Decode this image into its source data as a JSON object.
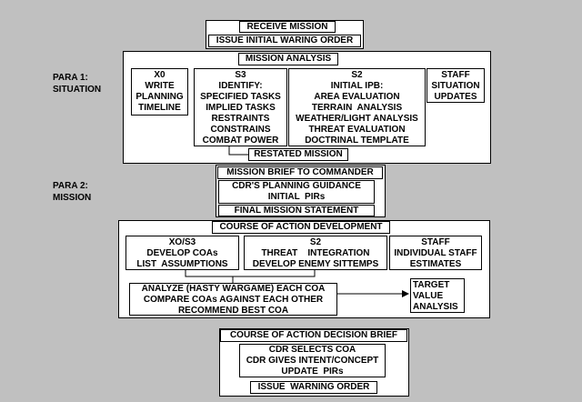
{
  "side_labels": {
    "para1": "PARA 1:\nSITUATION",
    "para2": "PARA 2:\nMISSION"
  },
  "receive": {
    "title": "RECEIVE MISSION",
    "order": "ISSUE INITIAL WARING ORDER"
  },
  "analysis": {
    "title": "MISSION ANALYSIS",
    "xo": "X0\nWRITE\nPLANNING\nTIMELINE",
    "s3": "S3\nIDENTIFY:\nSPECIFIED TASKS\nIMPLIED TASKS\nRESTRAINTS\nCONSTRAINS\nCOMBAT POWER",
    "s2": "S2\nINITIAL IPB:\nAREA EVALUATION\nTERRAIN  ANALYSIS\nWEATHER/LIGHT ANALYSIS\nTHREAT EVALUATION\nDOCTRINAL TEMPLATE",
    "staff": "STAFF\nSITUATION\nUPDATES",
    "restated": "RESTATED MISSION"
  },
  "brief": {
    "title": "MISSION BRIEF TO COMMANDER",
    "guidance": "CDR'S PLANNING GUIDANCE\nINITIAL  PIRs",
    "final": "FINAL MISSION STATEMENT"
  },
  "coa": {
    "title": "COURSE OF ACTION DEVELOPMENT",
    "xo": "XO/S3\nDEVELOP COAs\nLIST  ASSUMPTIONS",
    "s2": "S2\nTHREAT    INTEGRATION\nDEVELOP ENEMY SITTEMPS",
    "staff": "STAFF\nINDIVIDUAL STAFF\nESTIMATES",
    "analyze": "ANALYZE (HASTY WARGAME) EACH COA\nCOMPARE COAs AGAINST EACH OTHER\nRECOMMEND BEST COA",
    "target": "TARGET\nVALUE\nANALYSIS"
  },
  "decision": {
    "title": "COURSE OF ACTION DECISION BRIEF",
    "cdr": "CDR SELECTS COA\nCDR GIVES INTENT/CONCEPT\nUPDATE  PIRs",
    "warning": "ISSUE  WARNING ORDER"
  }
}
